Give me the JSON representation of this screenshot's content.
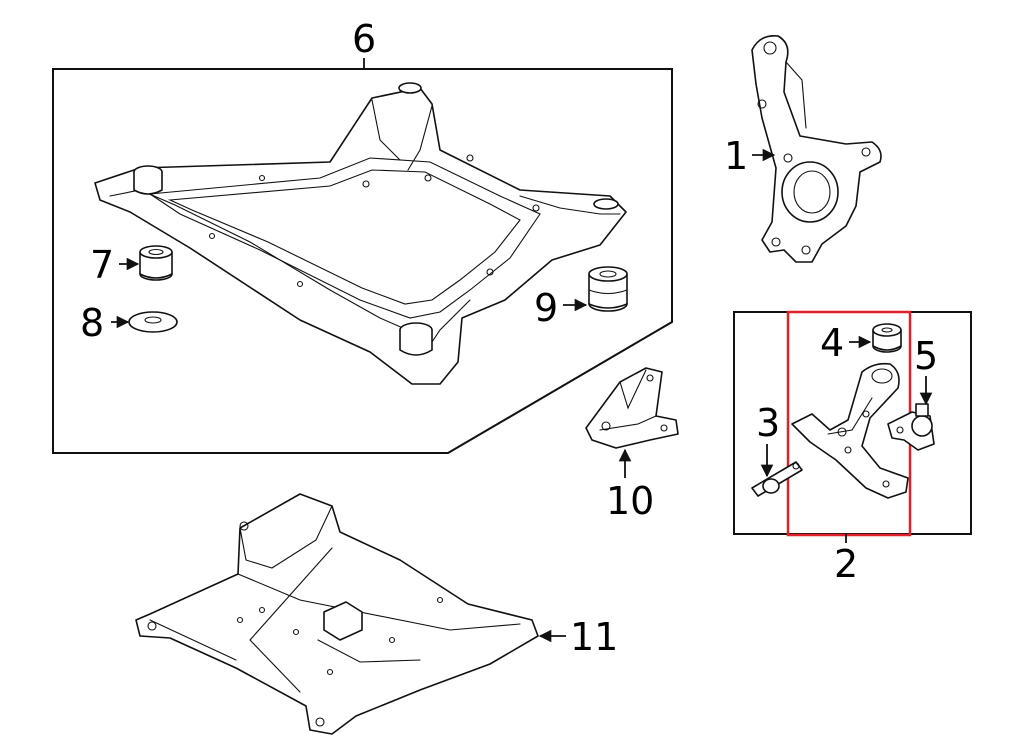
{
  "callouts": {
    "c1": "1",
    "c2": "2",
    "c3": "3",
    "c4": "4",
    "c5": "5",
    "c6": "6",
    "c7": "7",
    "c8": "8",
    "c9": "9",
    "c10": "10",
    "c11": "11"
  },
  "colors": {
    "line": "#111111",
    "background": "#ffffff",
    "highlight": "#e0202a"
  },
  "parts": [
    {
      "callout": "1",
      "depicts": "steering-knuckle"
    },
    {
      "callout": "2",
      "depicts": "lower-control-arm-kit-box"
    },
    {
      "callout": "3",
      "depicts": "control-arm-bushing"
    },
    {
      "callout": "4",
      "depicts": "rear-bushing"
    },
    {
      "callout": "5",
      "depicts": "ball-joint"
    },
    {
      "callout": "6",
      "depicts": "subframe-engine-cradle-box"
    },
    {
      "callout": "7",
      "depicts": "subframe-mount-bushing"
    },
    {
      "callout": "8",
      "depicts": "mount-washer"
    },
    {
      "callout": "9",
      "depicts": "subframe-mount-bushing"
    },
    {
      "callout": "10",
      "depicts": "support-bracket"
    },
    {
      "callout": "11",
      "depicts": "splash-shield"
    }
  ]
}
